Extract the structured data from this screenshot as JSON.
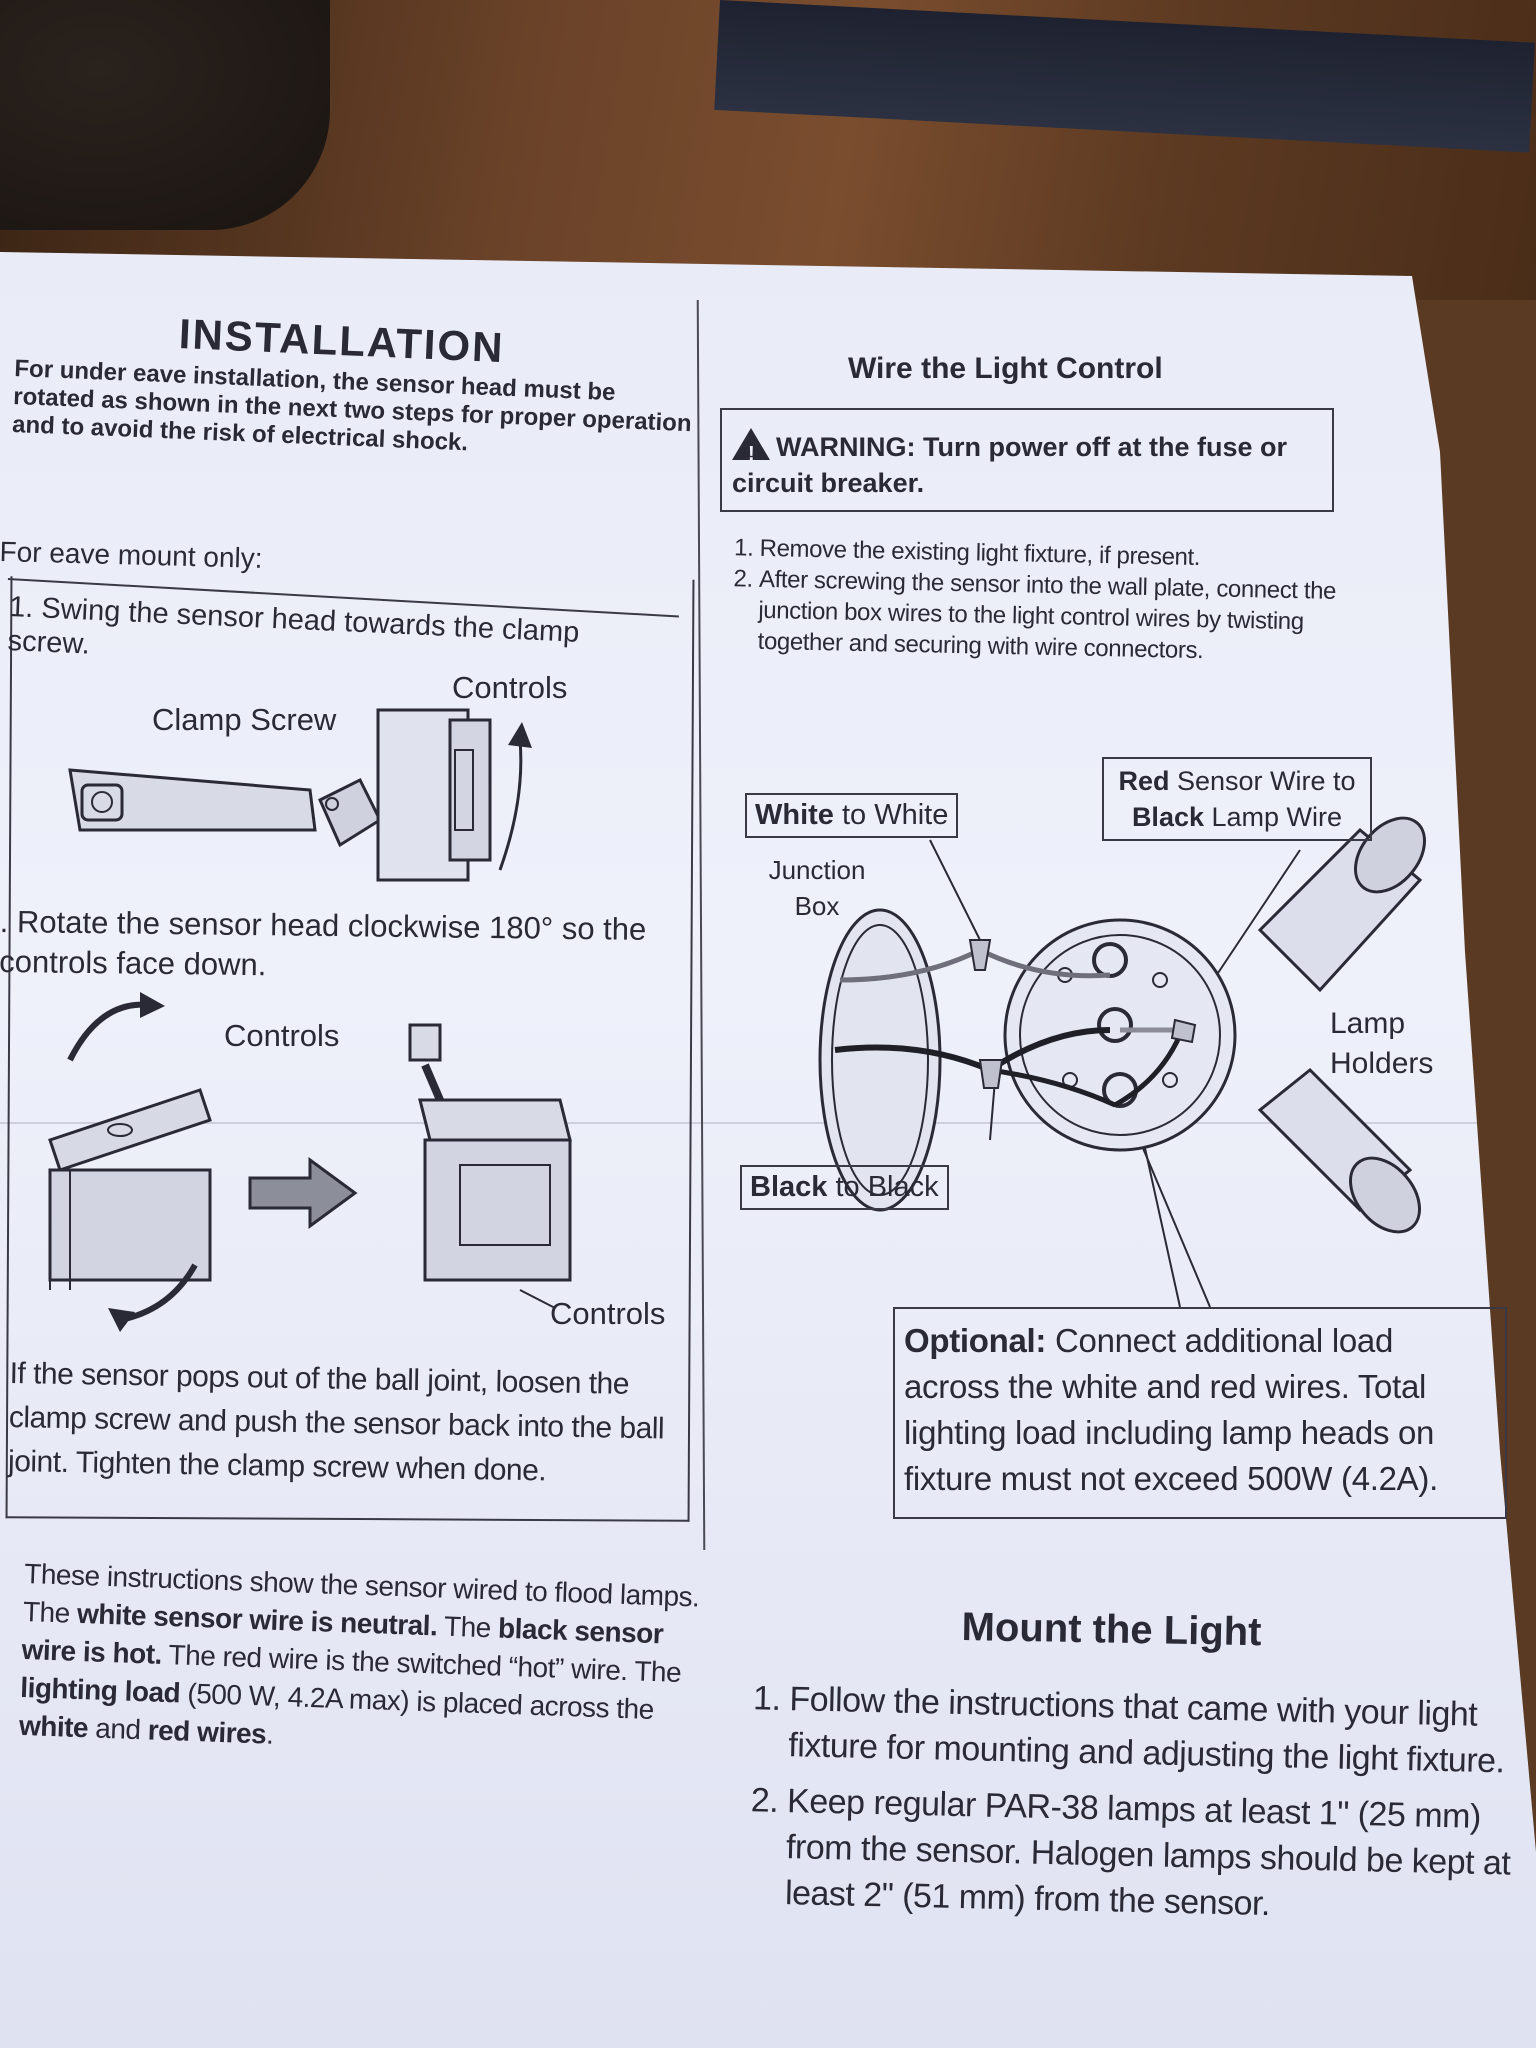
{
  "installation": {
    "title": "INSTALLATION",
    "intro": "For under eave installation, the sensor head must be rotated as shown in the next two steps for proper operation and to avoid the risk of electrical shock.",
    "eave_only": "For eave mount only:",
    "step1": "1. Swing the sensor head towards the clamp screw.",
    "fig1_controls": "Controls",
    "fig1_clamp": "Clamp Screw",
    "step2": ". Rotate the sensor head clockwise 180° so the controls face down.",
    "fig2_controls_top": "Controls",
    "fig2_controls_bottom": "Controls",
    "ball_joint_note": "If the sensor pops out of the ball joint, loosen the clamp screw and push the sensor back into the ball joint. Tighten the clamp screw when done.",
    "wiring_note": {
      "p1": "These instructions show the sensor wired to flood lamps. The ",
      "b1": "white sensor wire is neutral.",
      "p2": " The ",
      "b2": "black sensor wire is hot.",
      "p3": " The red wire is the switched “hot” wire. The ",
      "b3": "lighting load",
      "p4": " (500 W, 4.2A max) is placed across the ",
      "b4": "white",
      "p5": " and ",
      "b5": "red wires",
      "p6": "."
    }
  },
  "wire": {
    "title": "Wire the Light Control",
    "warning": "WARNING: Turn power off at the fuse or circuit breaker.",
    "steps": [
      "Remove the existing light fixture, if present.",
      "After screwing the sensor into the wall plate, connect the junction box wires to the light control wires by twisting together and securing with wire connectors."
    ],
    "white_to_white": {
      "b": "White",
      "r": " to White"
    },
    "red_to_black": {
      "b1": "Red",
      "r1": " Sensor Wire to",
      "b2": "Black",
      "r2": " Lamp Wire"
    },
    "junction_box": "Junction Box",
    "lamp_holders": "Lamp Holders",
    "black_to_black": {
      "b": "Black",
      "r": " to Black"
    },
    "optional": {
      "b": "Optional:",
      "r": " Connect additional load across the white and red wires. Total lighting load including lamp heads on fixture must not exceed 500W (4.2A)."
    }
  },
  "mount": {
    "title": "Mount the Light",
    "steps": [
      "Follow the instructions that came with your light fixture for mounting and adjusting the light fixture.",
      "Keep regular PAR-38 lamps at least 1\" (25 mm) from the sensor. Halogen lamps should be kept at least 2\" (51 mm) from the sensor."
    ]
  }
}
